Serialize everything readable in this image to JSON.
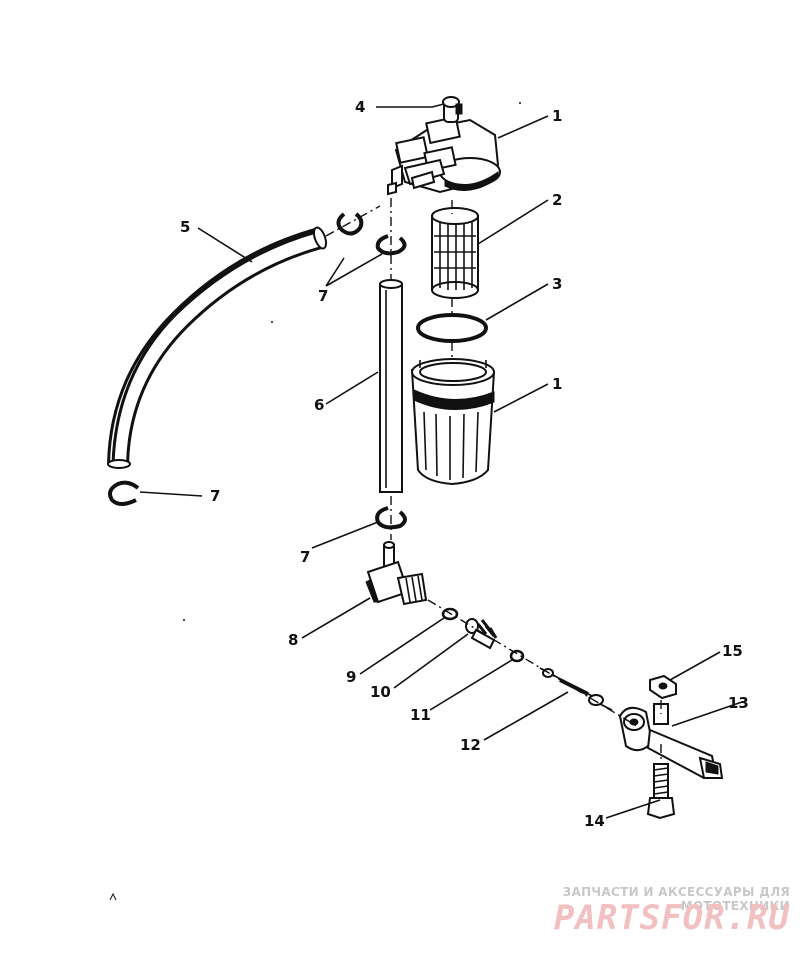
{
  "callouts": {
    "c1_top": "1",
    "c2": "2",
    "c3": "3",
    "c1_bowl": "1",
    "c4": "4",
    "c5": "5",
    "c6": "6",
    "c7_upper": "7",
    "c7_left": "7",
    "c7_lower": "7",
    "c8": "8",
    "c9": "9",
    "c10": "10",
    "c11": "11",
    "c12": "12",
    "c13": "13",
    "c14": "14",
    "c15": "15"
  },
  "watermark": {
    "tagline": "ЗАПЧАСТИ И АКСЕССУАРЫ ДЛЯ МОТОТЕХНИКИ",
    "logo": "PARTSFOR.RU"
  }
}
